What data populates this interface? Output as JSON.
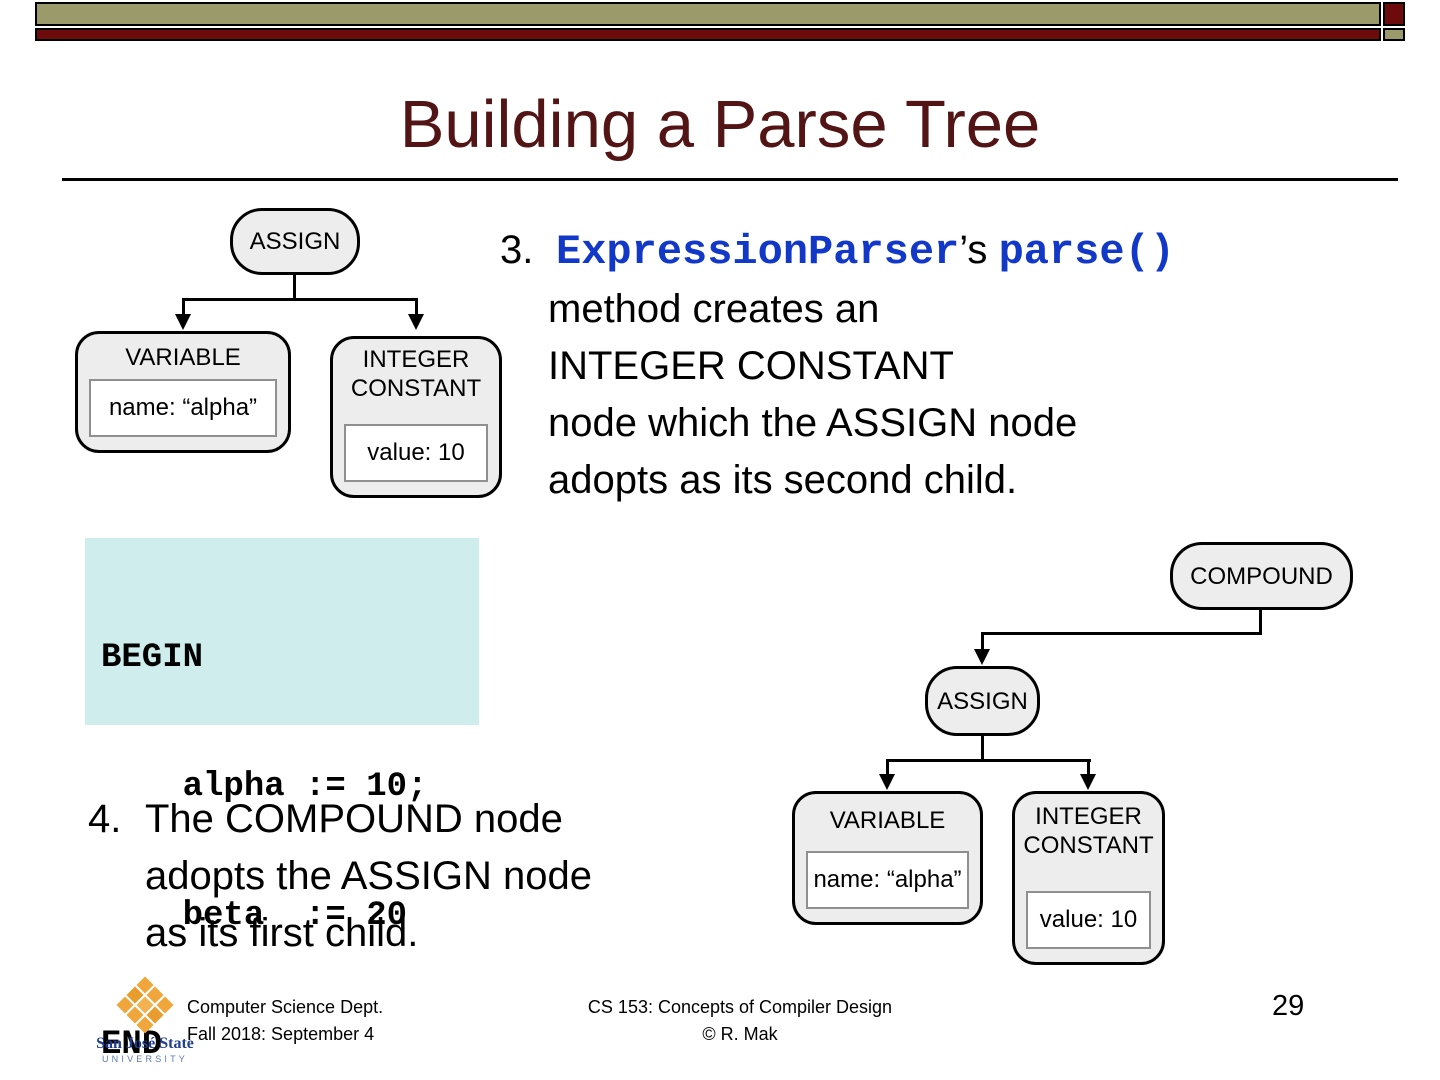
{
  "slide": {
    "title": "Building a Parse Tree",
    "page_number": "29"
  },
  "colors": {
    "title_maroon": "#521414",
    "bar_olive": "#9a9a6b",
    "bar_dark_red": "#6d0b0c",
    "code_blue": "#1238c8",
    "code_block_bg": "#cfeded",
    "node_fill": "#ededed"
  },
  "item3": {
    "number": "3.",
    "code_part1": "ExpressionParser",
    "plain_mid": "’s",
    "code_part2": "parse()",
    "line2": "method creates an",
    "line3": "INTEGER CONSTANT",
    "line4": "node which the ASSIGN node",
    "line5": "adopts as its second child."
  },
  "item4": {
    "number": "4.",
    "line1": "The COMPOUND node",
    "line2": "adopts the ASSIGN node",
    "line3": "as its first child."
  },
  "code_block": {
    "lines": [
      "BEGIN",
      "    alpha := 10;",
      "    beta  := 20",
      "END"
    ]
  },
  "tree_top": {
    "root_label": "ASSIGN",
    "left_child": {
      "label": "VARIABLE",
      "attr": "name: “alpha”"
    },
    "right_child": {
      "label": "INTEGER CONSTANT",
      "attr": "value: 10"
    }
  },
  "tree_bottom": {
    "root_label": "COMPOUND",
    "mid_label": "ASSIGN",
    "left_child": {
      "label": "VARIABLE",
      "attr": "name: “alpha”"
    },
    "right_child": {
      "label": "INTEGER CONSTANT",
      "attr": "value: 10"
    }
  },
  "footer": {
    "logo_line1": "San José State",
    "logo_line2": "UNIVERSITY",
    "dept_line1": "Computer Science Dept.",
    "dept_line2": "Fall 2018: September 4",
    "course_line1": "CS 153: Concepts of Compiler Design",
    "course_line2": "© R. Mak"
  }
}
